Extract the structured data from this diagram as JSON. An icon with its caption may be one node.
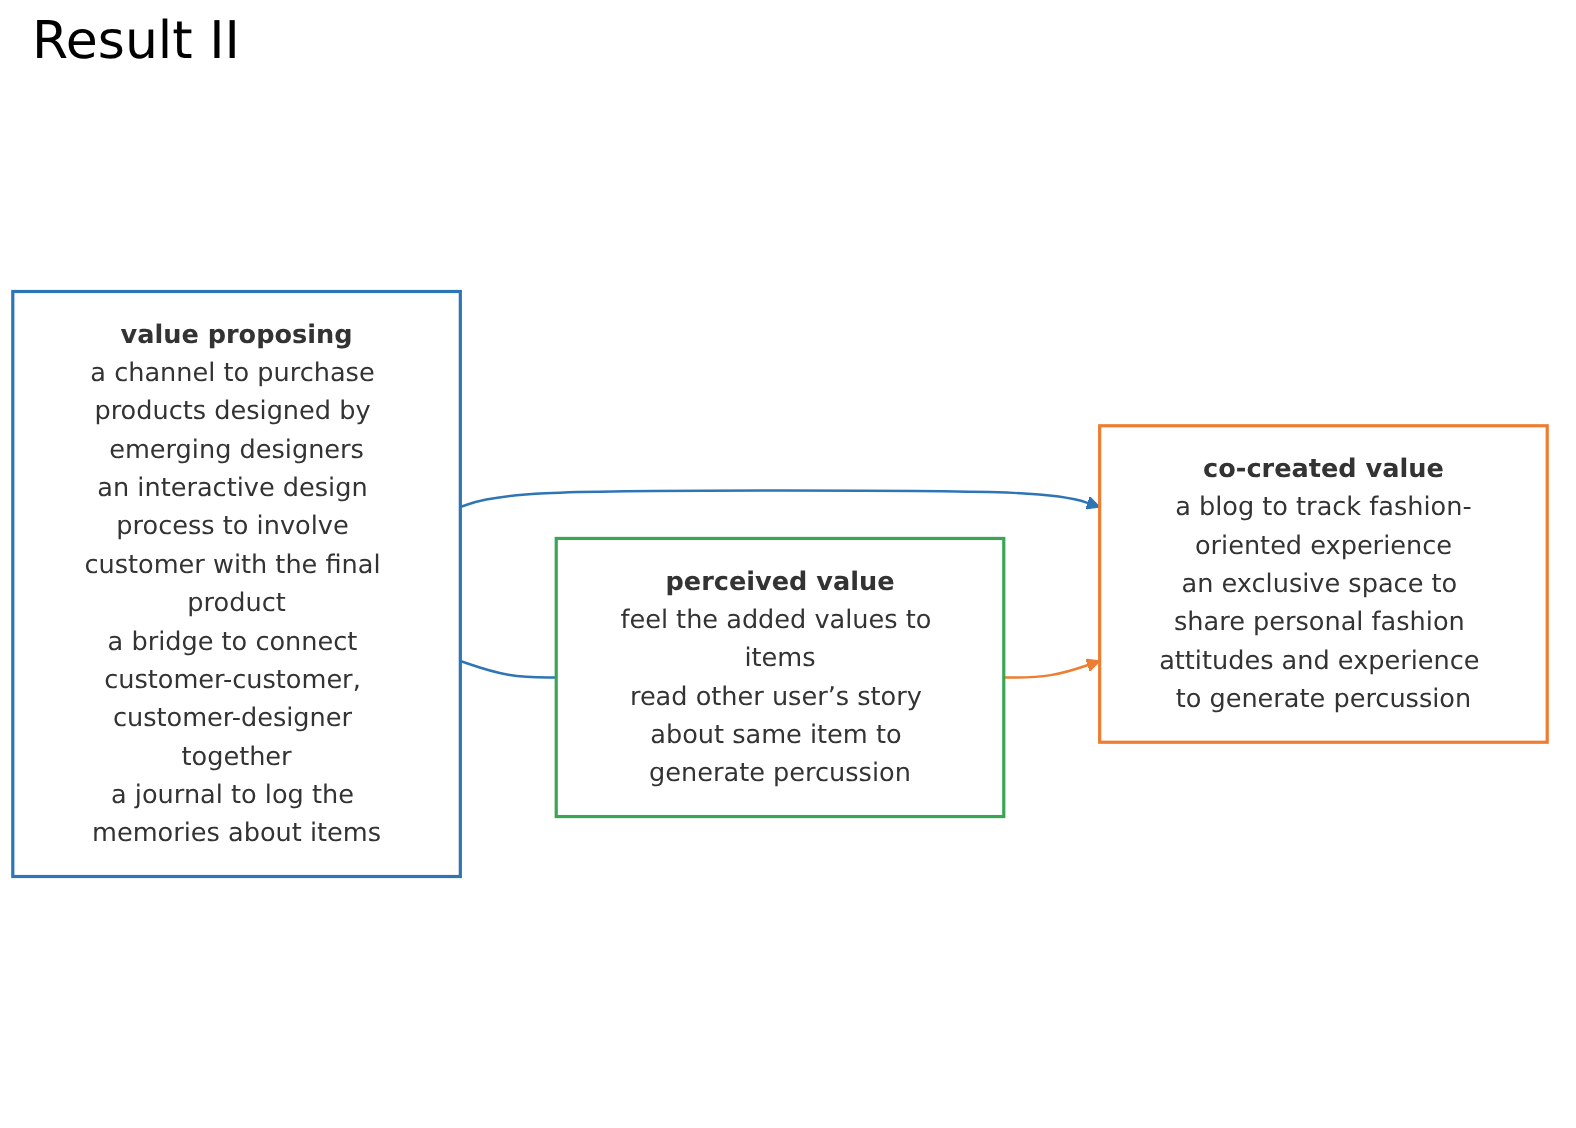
{
  "diagram": {
    "title": "Result II",
    "nodes": [
      {
        "text": [
          "value proposing",
          "a channel to purchase products designed by emerging designers",
          "an interactive design process to involve customer with the final product",
          "a bridge to connect customer-customer, customer-designer together",
          "a journal to log the memories about items"
        ]
      },
      {
        "text": [
          "co-created value",
          "a blog to track fashion-oriented experience",
          "an exclusive space to share personal fashion attitudes and experience to generate percussion"
        ]
      },
      {
        "text": [
          "perceived value",
          "feel the added values to items",
          "read other user’s story about same item to generate percussion"
        ]
      }
    ],
    "edges": [
      {
        "from": 0,
        "to": 1,
        "arrow": "to",
        "color": "#2e75b6"
      },
      {
        "from": 2,
        "to": 1,
        "arrow": "to",
        "color": "#ed7d31"
      },
      {
        "from": 0,
        "to": 2,
        "arrow": "none",
        "color": "#2e75b6"
      }
    ]
  }
}
